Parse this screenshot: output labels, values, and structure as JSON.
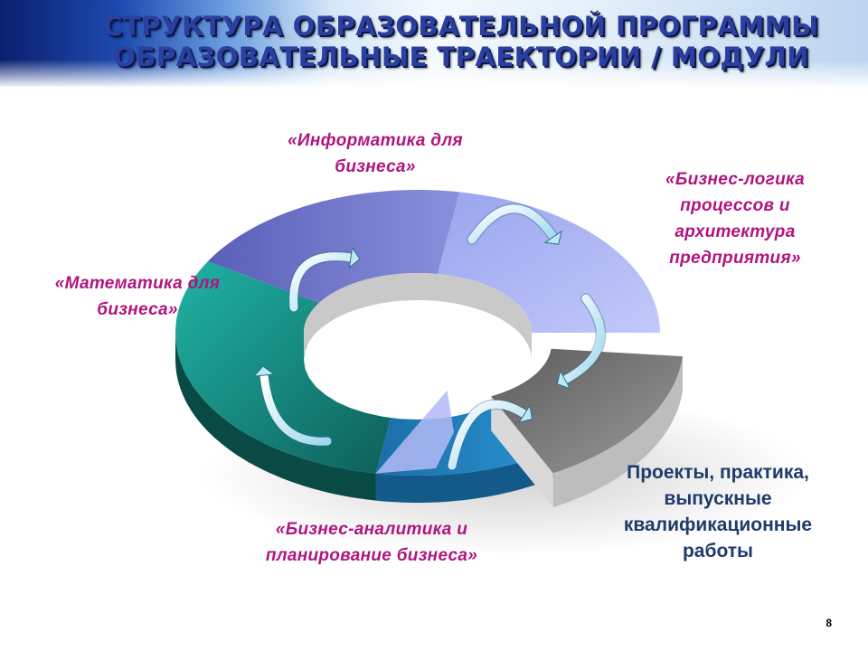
{
  "title": {
    "line1": "СТРУКТУРА ОБРАЗОВАТЕЛЬНОЙ ПРОГРАММЫ",
    "line2": "ОБРАЗОВАТЕЛЬНЫЕ ТРАЕКТОРИИ / МОДУЛИ"
  },
  "modules": [
    {
      "lines": [
        "«Информатика  для",
        "бизнеса»"
      ],
      "color": "#6a6ec8"
    },
    {
      "lines": [
        "«Бизнес-логика",
        "процессов  и",
        "архитектура",
        "предприятия»"
      ],
      "color": "#a3aef2"
    },
    {
      "lines": [
        "«Математика  для",
        "бизнеса»"
      ],
      "color": "#139c8e"
    },
    {
      "lines": [
        "«Бизнес-аналитика  и",
        "планирование бизнеса»"
      ],
      "color": "#1f86c4"
    }
  ],
  "projects": {
    "lines": [
      "Проекты, практика,",
      "выпускные",
      "квалификационные",
      "работы"
    ],
    "color": "#7a7a7a"
  },
  "label_color": "#b0147f",
  "page_number": "8"
}
